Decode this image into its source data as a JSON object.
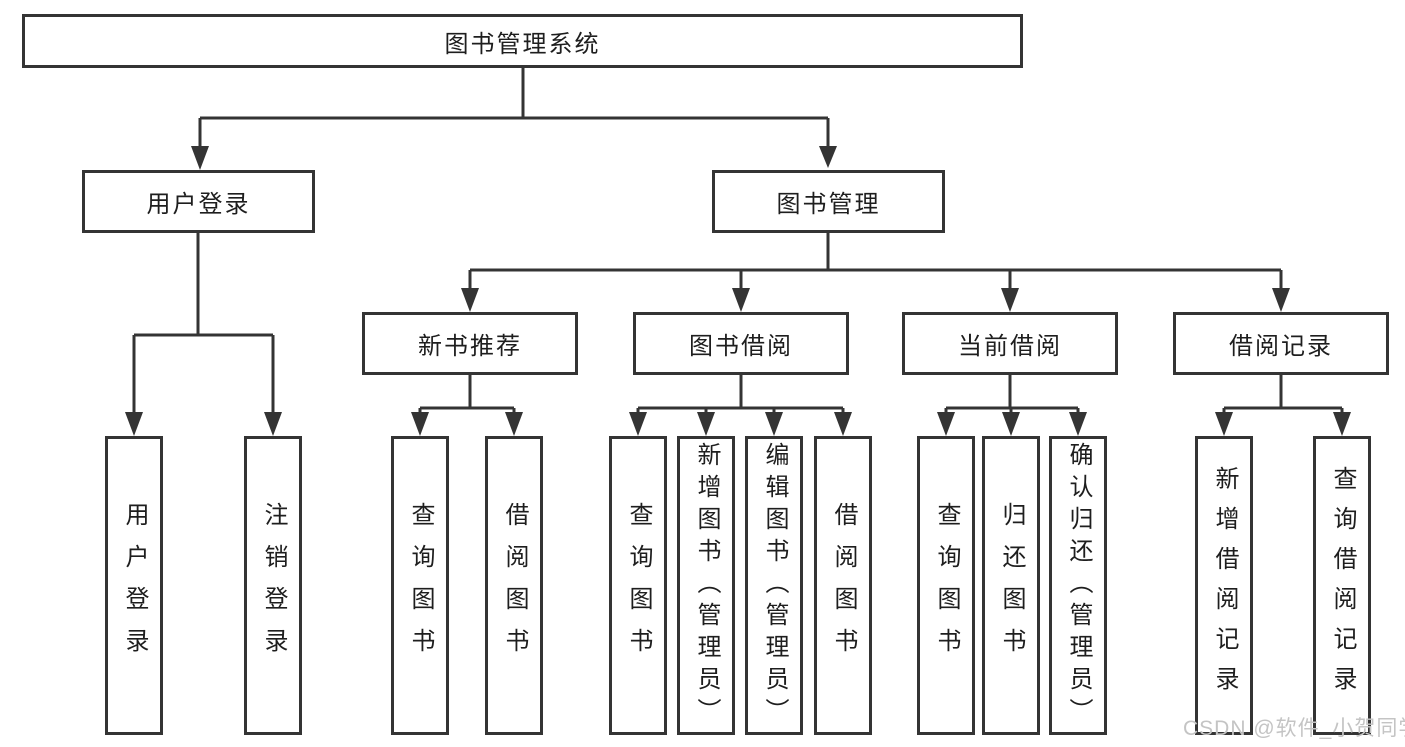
{
  "diagram": {
    "root": {
      "label": "图书管理系统"
    },
    "branches": [
      {
        "label": "用户登录",
        "leaves": [
          {
            "label": "用户登录"
          },
          {
            "label": "注销登录"
          }
        ]
      },
      {
        "label": "图书管理",
        "groups": [
          {
            "label": "新书推荐",
            "leaves": [
              {
                "label": "查询图书"
              },
              {
                "label": "借阅图书"
              }
            ]
          },
          {
            "label": "图书借阅",
            "leaves": [
              {
                "label": "查询图书"
              },
              {
                "label": "新增图书（管理员）"
              },
              {
                "label": "编辑图书（管理员）"
              },
              {
                "label": "借阅图书"
              }
            ]
          },
          {
            "label": "当前借阅",
            "leaves": [
              {
                "label": "查询图书"
              },
              {
                "label": "归还图书"
              },
              {
                "label": "确认归还（管理员）"
              }
            ]
          },
          {
            "label": "借阅记录",
            "leaves": [
              {
                "label": "新增借阅记录"
              },
              {
                "label": "查询借阅记录"
              }
            ]
          }
        ]
      }
    ]
  },
  "watermark": "CSDN @软件_小贺同学",
  "colors": {
    "line": "#343434",
    "text": "#1e1e1e",
    "watermark": "#c4c4c4",
    "background": "#ffffff"
  }
}
